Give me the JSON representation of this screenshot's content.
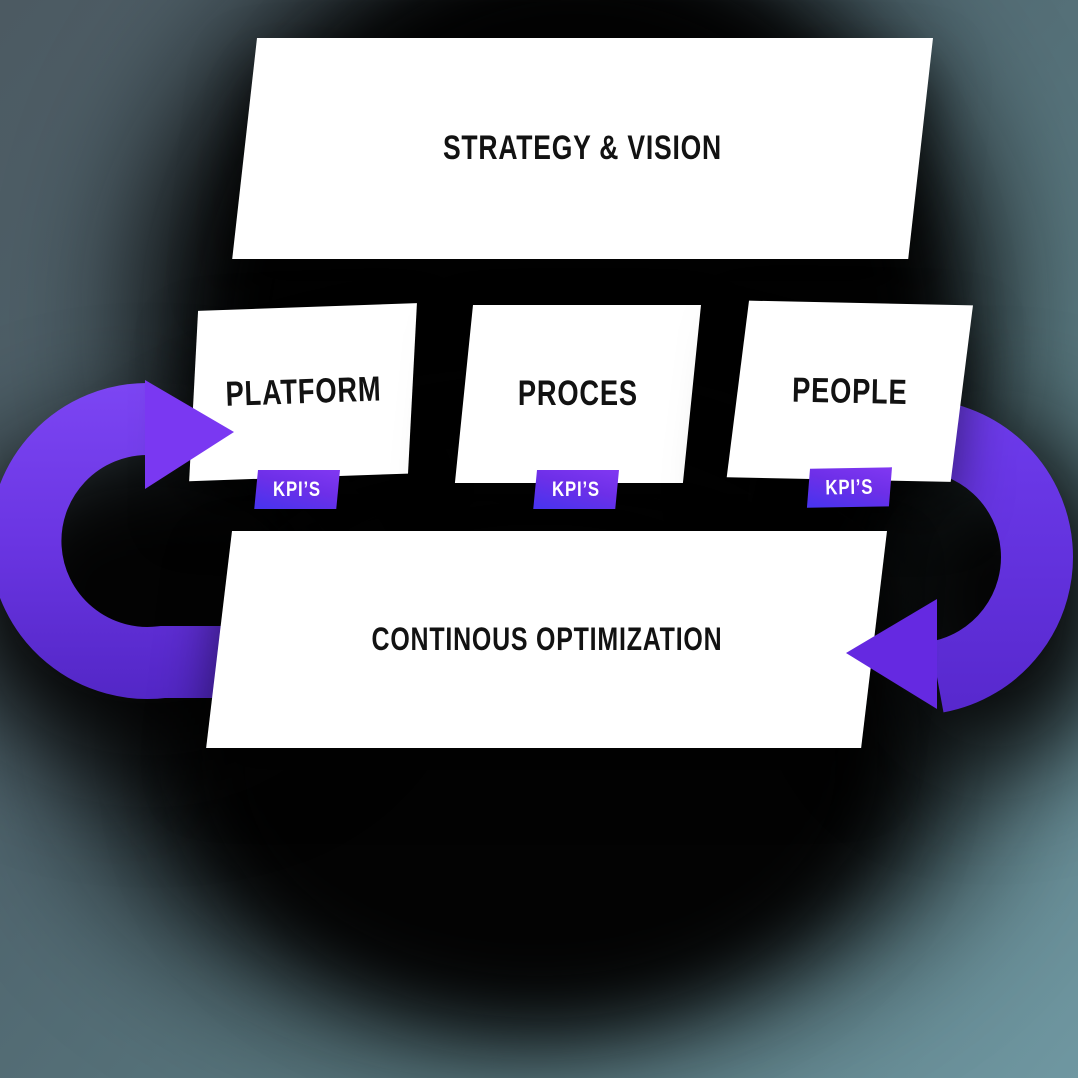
{
  "diagram": {
    "top_box": {
      "label": "STRATEGY & VISION"
    },
    "pillars": [
      {
        "label": "PLATFORM",
        "badge": "KPI’S"
      },
      {
        "label": "PROCES",
        "badge": "KPI’S"
      },
      {
        "label": "PEOPLE",
        "badge": "KPI’S"
      }
    ],
    "bottom_box": {
      "label": "CONTINOUS OPTIMIZATION"
    },
    "icons": {
      "left_arrow": "cycle-arrow-left-icon",
      "right_arrow": "cycle-arrow-right-icon"
    },
    "colors": {
      "background_top": "#4c5a62",
      "background_bottom": "#6f97a1",
      "shadow": "#030303",
      "box_fill": "#ffffff",
      "box_text": "#121212",
      "arrow_light": "#7d46f4",
      "arrow_dark": "#5226c5",
      "badge_top": "#8138f2",
      "badge_bottom": "#4634ef",
      "badge_text": "#ffffff"
    }
  }
}
